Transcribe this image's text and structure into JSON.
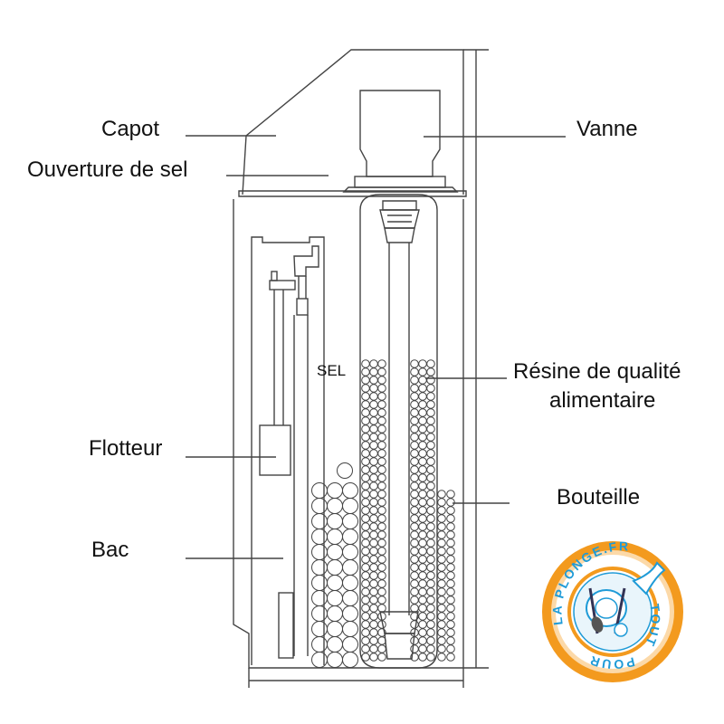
{
  "labels": {
    "capot": "Capot",
    "ouverture": "Ouverture de sel",
    "vanne": "Vanne",
    "resine_line1": "Résine de qualité",
    "resine_line2": "alimentaire",
    "flotteur": "Flotteur",
    "bouteille": "Bouteille",
    "bac": "Bac",
    "sel": "SEL"
  },
  "logo": {
    "text_top": "LA PLONGE.FR",
    "text_right": "TOUT",
    "text_bottom": "POUR",
    "colors": {
      "ring": "#f39a1e",
      "inner": "#1f9bd7",
      "text": "#1f9bd7"
    }
  },
  "colors": {
    "stroke": "#444444",
    "label": "#111111"
  }
}
